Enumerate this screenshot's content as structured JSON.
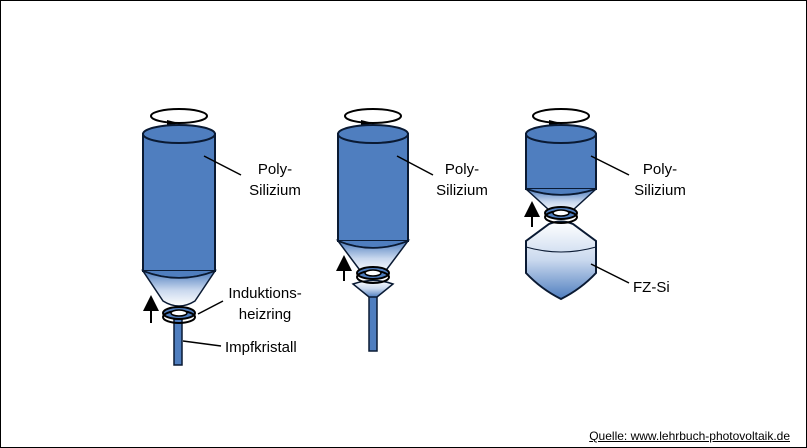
{
  "colors": {
    "silicon_blue": "#4f7ebf",
    "silicon_outline": "#0a1a33",
    "melt_light": "#ffffff",
    "coil": "#4f7ebf",
    "line": "#000000"
  },
  "labels": {
    "poly_1": "Poly-\nSilizium",
    "poly_2": "Poly-\nSilizium",
    "poly_3": "Poly-\nSilizium",
    "induction_coil": "Induktions-\nheizring",
    "seed_crystal": "Impfkristall",
    "fz_si": "FZ-Si"
  },
  "source": "Quelle: www.lehrbuch-photovoltaik.de",
  "icons": [
    "rotation-arrow-icon",
    "upward-arrow-icon"
  ]
}
